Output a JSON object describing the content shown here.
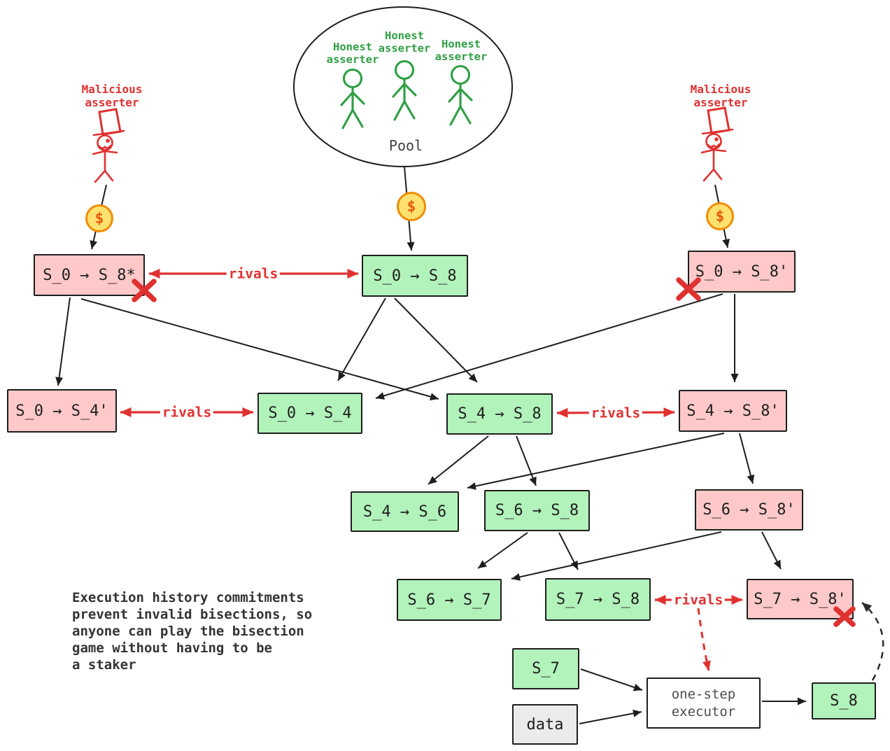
{
  "pool": {
    "label": "Pool",
    "members": [
      "Honest asserter",
      "Honest asserter",
      "Honest asserter"
    ]
  },
  "malicious": {
    "left": "Malicious asserter",
    "right": "Malicious asserter"
  },
  "coins": [
    "$",
    "$",
    "$"
  ],
  "nodes": {
    "s0_s8_star": "S_0 → S_8*",
    "s0_s8": "S_0 → S_8",
    "s0_s8_p": "S_0 → S_8'",
    "s0_s4_p": "S_0 → S_4'",
    "s0_s4": "S_0 → S_4",
    "s4_s8": "S_4 → S_8",
    "s4_s8_p": "S_4 → S_8'",
    "s4_s6": "S_4 → S_6",
    "s6_s8": "S_6 → S_8",
    "s6_s8_p": "S_6 → S_8'",
    "s6_s7": "S_6 → S_7",
    "s7_s8": "S_7 → S_8",
    "s7_s8_p": "S_7 → S_8'",
    "s7": "S_7",
    "data": "data",
    "s8": "S_8",
    "executor": "one-step executor"
  },
  "rivals": [
    "rivals",
    "rivals",
    "rivals",
    "rivals"
  ],
  "note": [
    "Execution history commitments",
    "prevent invalid bisections, so",
    "anyone can play the bisection",
    "game without having to be",
    "a staker"
  ],
  "colors": {
    "honest": "#2f9e44",
    "malicious": "#e03131",
    "green_fill": "#b2f2bb",
    "pink_fill": "#ffc9c9",
    "coin_ring": "#f08c00",
    "ink": "#1e1e1e"
  }
}
